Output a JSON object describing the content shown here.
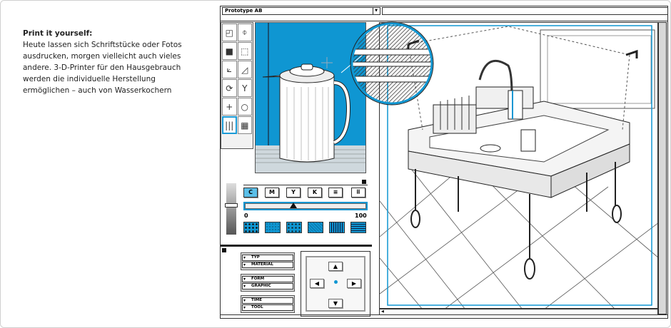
{
  "caption": {
    "title": "Print it yourself:",
    "body": "Heute lassen sich Schriftstücke oder Fotos ausdrucken, morgen vielleicht auch vieles andere. 3-D-Printer für den Hausgebrauch werden die individuelle Herstellung ermöglichen – auch von Wasserkochern"
  },
  "app": {
    "title": "Prototype AB"
  },
  "tools": [
    {
      "icon": "select-icon",
      "g": "◰"
    },
    {
      "icon": "rotate-3d-icon",
      "g": "⌽"
    },
    {
      "icon": "fill-icon",
      "g": "■"
    },
    {
      "icon": "transform-icon",
      "g": "⬚"
    },
    {
      "icon": "axes-icon",
      "g": "⟀"
    },
    {
      "icon": "curve-icon",
      "g": "◿"
    },
    {
      "icon": "refresh-icon",
      "g": "⟳"
    },
    {
      "icon": "glass-icon",
      "g": "Y"
    },
    {
      "icon": "crosshair-icon",
      "g": "+"
    },
    {
      "icon": "circle-icon",
      "g": "○"
    },
    {
      "icon": "cmyk-icon",
      "g": "|||"
    },
    {
      "icon": "grid-icon",
      "g": "▦"
    }
  ],
  "color_panel": {
    "buttons": [
      "C",
      "M",
      "Y",
      "K"
    ],
    "slider_min": "0",
    "slider_max": "100",
    "slider_value": 40,
    "accent": "#0f96d2"
  },
  "selectors": [
    [
      "TYP",
      "MATERIAL"
    ],
    [
      "FORM",
      "GRAPHIC"
    ],
    [
      "TIME",
      "TOOL"
    ]
  ],
  "dpad": {
    "up": "▲",
    "down": "▼",
    "left": "◀",
    "right": "▶"
  }
}
